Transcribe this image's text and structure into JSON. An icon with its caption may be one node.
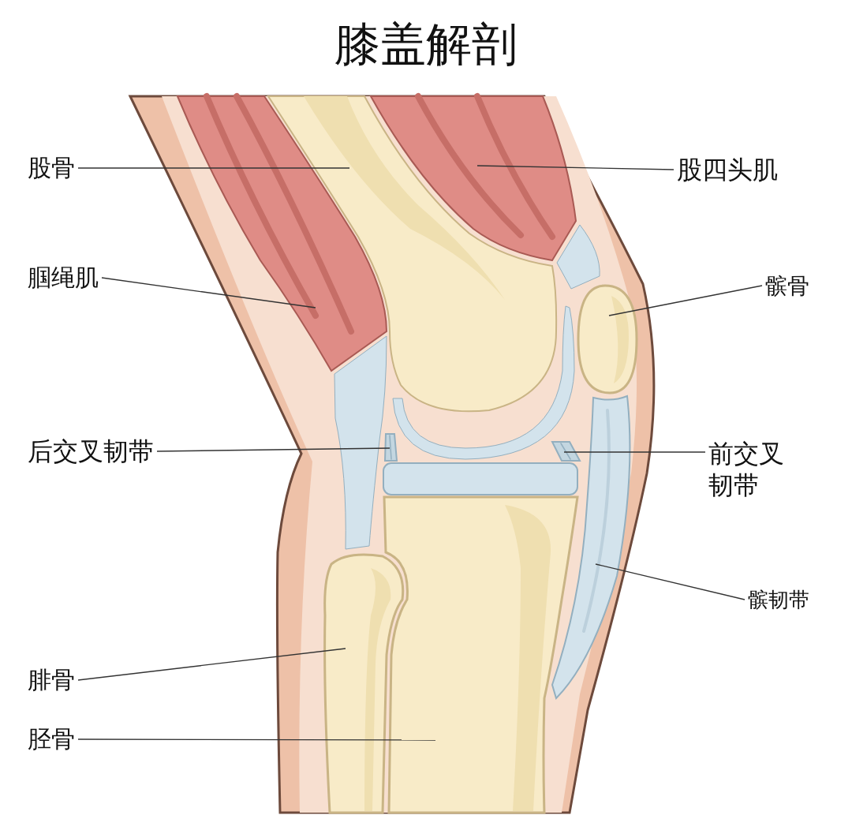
{
  "diagram": {
    "title": "膝盖解剖",
    "nodes": [
      {
        "text": [
          "股骨"
        ]
      },
      {
        "text": [],
        "shape": "picture"
      },
      {
        "text": [
          "股四头肌"
        ]
      },
      {
        "text": [],
        "shape": "picture"
      },
      {
        "text": [
          "腘绳肌"
        ]
      },
      {
        "text": [],
        "shape": "picture"
      },
      {
        "text": [
          "髌骨"
        ]
      },
      {
        "text": [],
        "shape": "picture"
      },
      {
        "text": [
          "后交叉韧带"
        ]
      },
      {
        "text": [],
        "shape": "picture"
      },
      {
        "text": [
          "前交叉韧带"
        ]
      },
      {
        "text": [],
        "shape": "picture"
      },
      {
        "text": [
          "髌韧带"
        ]
      },
      {
        "text": [],
        "shape": "picture"
      },
      {
        "text": [
          "腓骨"
        ]
      },
      {
        "text": [],
        "shape": "picture"
      },
      {
        "text": [
          "胫骨"
        ]
      },
      {
        "text": [],
        "shape": "picture"
      }
    ],
    "edges": [
      {
        "from": 0,
        "to": 1,
        "arrow": "none"
      },
      {
        "from": 2,
        "to": 3,
        "arrow": "none"
      },
      {
        "from": 4,
        "to": 5,
        "arrow": "none"
      },
      {
        "from": 6,
        "to": 7,
        "arrow": "none"
      },
      {
        "from": 8,
        "to": 9,
        "arrow": "none"
      },
      {
        "from": 10,
        "to": 11,
        "arrow": "none"
      },
      {
        "from": 12,
        "to": 13,
        "arrow": "none"
      },
      {
        "from": 14,
        "to": 15,
        "arrow": "none"
      },
      {
        "from": 16,
        "to": 17,
        "arrow": "none"
      }
    ]
  }
}
